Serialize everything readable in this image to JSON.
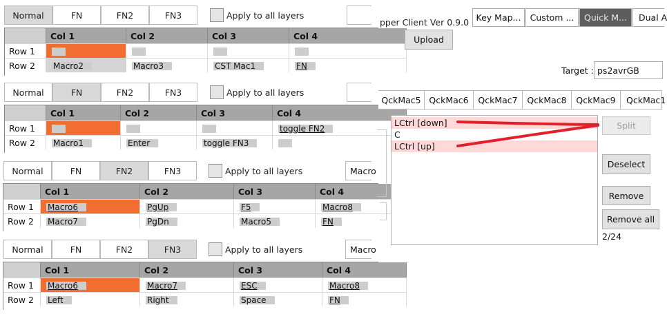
{
  "panels": [
    {
      "tabs": [
        "Normal",
        "FN",
        "FN2",
        "FN3"
      ],
      "active_tab": "Normal",
      "apply_label": "Apply to all layers",
      "macro_stub": "",
      "columns": [
        "Col 1",
        "Col 2",
        "Col 3",
        "Col 4"
      ],
      "rows": [
        {
          "label": "Row 1",
          "cells": [
            {
              "text": "",
              "state": "selected"
            },
            {
              "text": ""
            },
            {
              "text": ""
            },
            {
              "text": ""
            }
          ]
        },
        {
          "label": "Row 2",
          "cells": [
            {
              "text": "Macro2",
              "state": "macro"
            },
            {
              "text": "Macro3"
            },
            {
              "text": "CST Mac1"
            },
            {
              "text": "FN",
              "underline": true
            }
          ]
        }
      ]
    },
    {
      "tabs": [
        "Normal",
        "FN",
        "FN2",
        "FN3"
      ],
      "active_tab": "FN",
      "apply_label": "Apply to all layers",
      "macro_stub": "",
      "columns": [
        "Col 1",
        "Col 2",
        "Col 3",
        "Col 4"
      ],
      "rows": [
        {
          "label": "Row 1",
          "cells": [
            {
              "text": "",
              "state": "selected"
            },
            {
              "text": ""
            },
            {
              "text": ""
            },
            {
              "text": "toggle FN2",
              "underline": true
            }
          ]
        },
        {
          "label": "Row 2",
          "cells": [
            {
              "text": "Macro1"
            },
            {
              "text": "Enter"
            },
            {
              "text": "toggle FN3"
            },
            {
              "text": ""
            }
          ]
        }
      ]
    },
    {
      "tabs": [
        "Normal",
        "FN",
        "FN2",
        "FN3"
      ],
      "active_tab": "FN2",
      "apply_label": "Apply to all layers",
      "macro_stub": "Macro",
      "columns": [
        "Col 1",
        "Col 2",
        "Col 3",
        "Col 4"
      ],
      "rows": [
        {
          "label": "Row 1",
          "cells": [
            {
              "text": "Macro6",
              "state": "selected",
              "underline": true
            },
            {
              "text": "PgUp",
              "underline": true
            },
            {
              "text": "F5",
              "underline": true
            },
            {
              "text": "Macro8",
              "underline": true
            }
          ]
        },
        {
          "label": "Row 2",
          "cells": [
            {
              "text": "Macro7"
            },
            {
              "text": "PgDn"
            },
            {
              "text": "Macro5"
            },
            {
              "text": "FN",
              "underline": true
            }
          ]
        }
      ]
    },
    {
      "tabs": [
        "Normal",
        "FN",
        "FN2",
        "FN3"
      ],
      "active_tab": "FN3",
      "apply_label": "Apply to all layers",
      "macro_stub": "Macro",
      "columns": [
        "Col 1",
        "Col 2",
        "Col 3",
        "Col 4"
      ],
      "rows": [
        {
          "label": "Row 1",
          "cells": [
            {
              "text": "Macro6",
              "state": "selected",
              "underline": true
            },
            {
              "text": "Macro7",
              "underline": true
            },
            {
              "text": "ESC",
              "underline": true
            },
            {
              "text": "Macro8",
              "underline": true
            }
          ]
        },
        {
          "label": "Row 2",
          "cells": [
            {
              "text": "Left"
            },
            {
              "text": "Right"
            },
            {
              "text": "Space"
            },
            {
              "text": "FN",
              "underline": true
            }
          ]
        }
      ]
    }
  ],
  "right": {
    "title": "pper Client Ver 0.9.0",
    "top_tabs": [
      "Key Map...",
      "Custom ...",
      "Quick M...",
      "Dual A"
    ],
    "active_top_tab": "Quick M...",
    "upload_label": "Upload",
    "target_label": "Target :",
    "target_value": "ps2avrGB",
    "macro_tabs": [
      "QckMac5",
      "QckMac6",
      "QckMac7",
      "QckMac8",
      "QckMac9",
      "QckMac1"
    ],
    "macro_lines": [
      {
        "text": "LCtrl [down]",
        "highlight": true
      },
      {
        "text": "C",
        "highlight": false
      },
      {
        "text": "LCtrl [up]",
        "highlight": true
      }
    ],
    "buttons": {
      "split": "Split",
      "deselect": "Deselect",
      "remove": "Remove",
      "remove_all": "Remove all"
    },
    "counter": "2/24",
    "annotation_color": "#e0202a"
  }
}
